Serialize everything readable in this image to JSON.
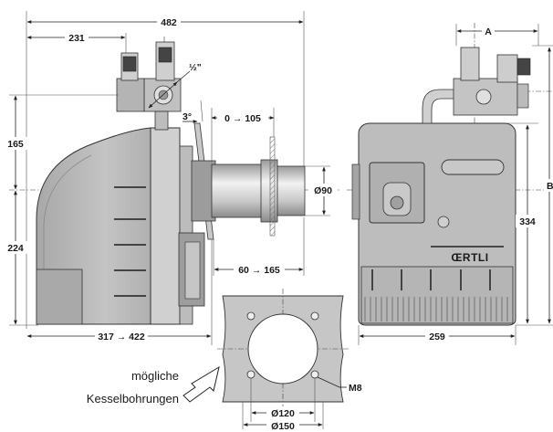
{
  "left_view": {
    "dim_overall_width": "482",
    "dim_to_valve": "231",
    "dim_thread": "½\"",
    "dim_angle": "3°",
    "dim_head_travel": "0 → 105",
    "dim_upper_height": "165",
    "dim_lower_height": "224",
    "dim_tube_diameter": "Ø90",
    "dim_insertion": "60 → 165",
    "dim_depth": "317 → 422"
  },
  "right_view": {
    "dim_a": "A",
    "dim_b": "B",
    "dim_height": "334",
    "dim_width": "259",
    "brand": "ŒRTLI"
  },
  "flange": {
    "bolt_label": "M8",
    "dim_inner_diameter": "Ø120",
    "dim_outer_diameter": "Ø150"
  },
  "annotation": {
    "line1": "mögliche",
    "line2": "Kesselbohrungen"
  },
  "colors": {
    "body_fill": "#bdbdbd",
    "body_dark": "#8e8e8e",
    "tube_fill": "#d9d9d9",
    "line": "#222222"
  }
}
